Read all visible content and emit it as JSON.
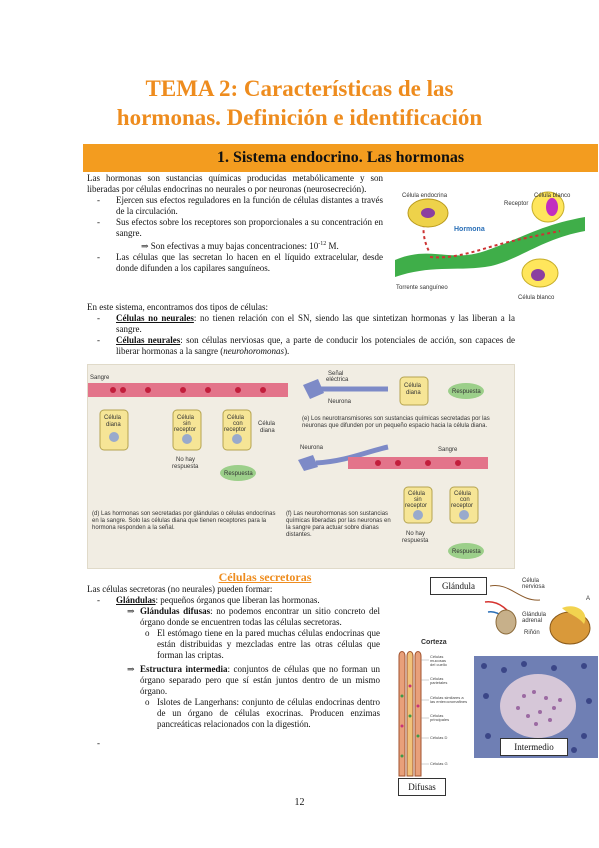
{
  "title": {
    "line1": "TEMA 2: Características de las",
    "line2": "hormonas. Definición e identificación"
  },
  "section1": {
    "heading": "1. Sistema endocrino. Las hormonas"
  },
  "intro": {
    "p1": "Las hormonas son sustancias químicas producidas metabólicamente y son liberadas por células endocrinas no neurales o por neuronas (neurosecreción).",
    "b1": "Ejercen sus efectos reguladores en la función de células distantes a través de la circulación.",
    "b2": "Sus efectos sobre los receptores son proporcionales a su concentración en sangre.",
    "b2_sub_arrow": "⇒",
    "b2_sub": "Son efectivas a muy bajas concentraciones: 10",
    "b2_sub_exp": "-12",
    "b2_sub_unit": "M.",
    "b3": "Las células que las secretan lo hacen en el líquido extracelular, desde donde difunden a los capilares sanguíneos."
  },
  "fig1": {
    "celula_endocrina": "Célula endocrina",
    "celula_blanco_top": "Célula blanco",
    "receptor": "Receptor",
    "hormona": "Hormona",
    "torrente": "Torrente sanguíneo",
    "celula_blanco_bottom": "Célula blanco"
  },
  "types": {
    "p": "En este sistema, encontramos dos tipos de células:",
    "b1_term": "Células no neurales",
    "b1_text": ": no tienen relación con el SN, siendo las que sintetizan hormonas y las liberan a la sangre.",
    "b2_term": "Células neurales",
    "b2_text_a": ": son células nerviosas que, a parte de conducir los potenciales de acción, son capaces de liberar hormonas a la sangre (",
    "b2_term2": "neurohoromonas",
    "b2_text_b": ")."
  },
  "fig2": {
    "sangre_a": "Sangre",
    "celula_a": "Célula",
    "diana_a": "diana",
    "celula_sin": "Célula",
    "sin": "sin",
    "receptor_sin": "receptor",
    "celula_con": "Célula",
    "con": "con",
    "receptor_con": "receptor",
    "celula_diana_side_1": "Célula",
    "celula_diana_side_2": "diana",
    "no_hay_1": "No hay",
    "no_hay_2": "respuesta",
    "respuesta_a": "Respuesta",
    "caption_d_1": "(d) Las hormonas son secretadas por glándulas o células endocrinas",
    "caption_d_2": "en la sangre. Solo las células diana que tienen receptores para la",
    "caption_d_3": "hormona responden a la señal.",
    "senal_1": "Señal",
    "senal_2": "eléctrica",
    "neurona_e": "Neurona",
    "celula_diana_e_1": "Célula",
    "celula_diana_e_2": "diana",
    "respuesta_e": "Respuesta",
    "caption_e_1": "(e) Los neurotransmisores son sustancias químicas secretadas por las",
    "caption_e_2": "neuronas que difunden por un pequeño espacio hacia la célula diana.",
    "neurona_f": "Neurona",
    "sangre_f": "Sangre",
    "celula_sin_f_1": "Célula",
    "celula_sin_f_2": "sin",
    "celula_sin_f_3": "receptor",
    "celula_con_f_1": "Célula",
    "celula_con_f_2": "con",
    "celula_con_f_3": "receptor",
    "no_hay_f_1": "No hay",
    "no_hay_f_2": "respuesta",
    "respuesta_f": "Respuesta",
    "caption_f_1": "(f) Las neurohormonas son sustancias",
    "caption_f_2": "químicas liberadas por las neuronas en",
    "caption_f_3": "la sangre para actuar sobre dianas",
    "caption_f_4": "distantes."
  },
  "secretoras": {
    "heading": "Células secretoras",
    "p": "Las células secretoras (no neurales) pueden formar:",
    "b1_term": "Glándulas",
    "b1_text": ": pequeños órganos que liberan las hormonas.",
    "arrow": "⇒",
    "a1_term": "Glándulas difusas",
    "a1_text": ": no podemos encontrar un sitio concreto del órgano donde se encuentren todas las células secretoras.",
    "a1_o": "El estómago tiene en la pared muchas células endocrinas que están distribuidas y mezcladas entre las otras células que forman las criptas.",
    "a2_term": "Estructura intermedia",
    "a2_text": ": conjuntos de células que no forman un órgano separado pero que sí están juntos dentro de un mismo órgano.",
    "a2_o": "Islotes de Langerhans: conjunto de células endocrinas dentro de un órgano de células exocrinas. Producen enzimas pancreáticas relacionados con la digestión.",
    "b_last": ""
  },
  "fig3": {
    "glandula": "Glándula",
    "celula_nerviosa_1": "Célula",
    "celula_nerviosa_2": "nerviosa",
    "letter_a": "A",
    "glandula_adrenal_1": "Glándula",
    "glandula_adrenal_2": "adrenal",
    "rinon": "Riñón",
    "corteza": "Corteza",
    "l1_1": "Células",
    "l1_2": "mucosas",
    "l1_3": "del cuello",
    "l2_1": "Células",
    "l2_2": "parietales",
    "l3_1": "Células similares a",
    "l3_2": "las enterocromafines",
    "l4_1": "Células",
    "l4_2": "principales",
    "l5": "Células D",
    "l6": "Células G",
    "difusas": "Difusas",
    "intermedio": "Intermedio"
  },
  "page_number": "12"
}
